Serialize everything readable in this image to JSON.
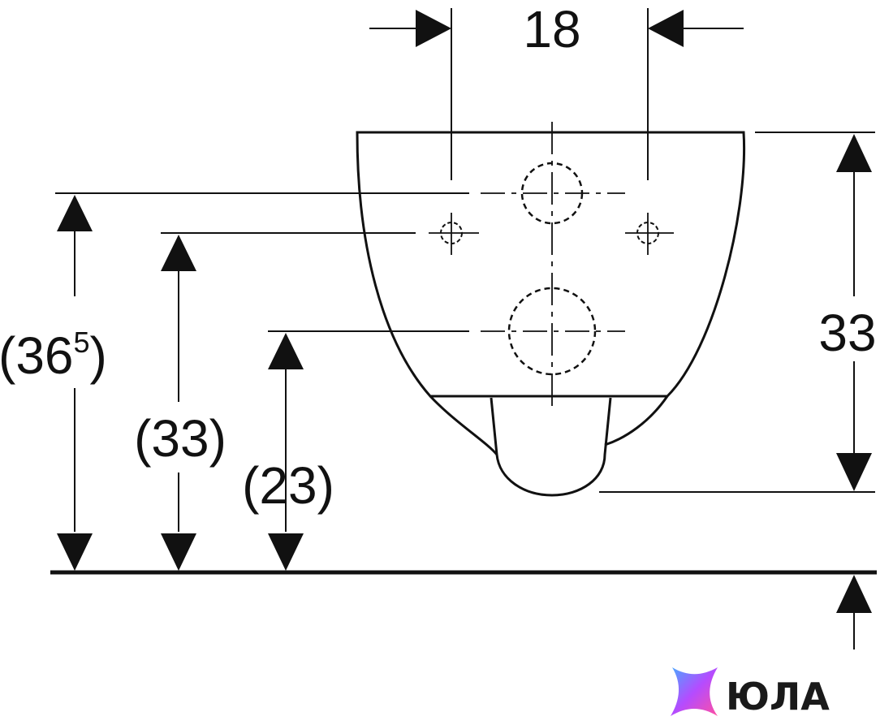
{
  "dimensions": {
    "top_spacing": "18",
    "right_height": "33",
    "left_outer_main": "(36",
    "left_outer_sup": "5",
    "left_outer_close": ")",
    "left_middle": "(33)",
    "left_inner": "(23)"
  },
  "watermark": {
    "brand": "ЮЛА",
    "colors": [
      "#4aa8ff",
      "#b44cff",
      "#ff4fa3"
    ]
  },
  "colors": {
    "line": "#111111",
    "background": "#ffffff"
  }
}
